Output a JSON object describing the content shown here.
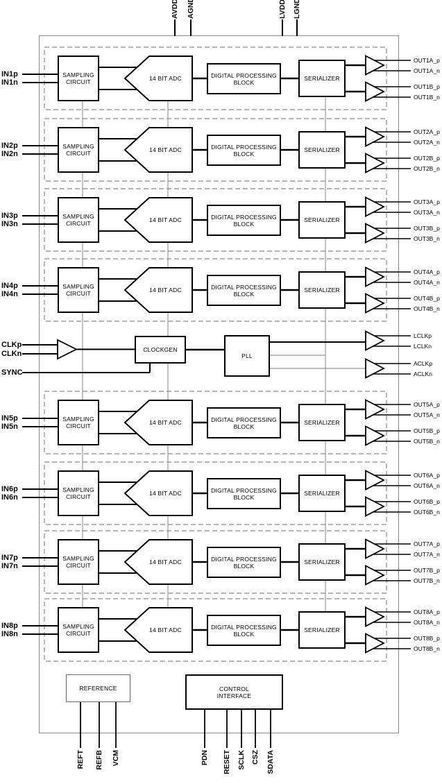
{
  "top_pins": {
    "avdd": "AVDD",
    "agnd": "AGND",
    "lvdd": "LVDD",
    "lgnd": "LGND"
  },
  "channels": [
    {
      "in_p": "IN1p",
      "in_n": "IN1n",
      "sampling": "SAMPLING CIRCUIT",
      "adc": "14 BIT ADC",
      "dpb": "DIGITAL PROCESSING BLOCK",
      "serializer": "SERIALIZER",
      "out_a_p": "OUT1A_p",
      "out_a_n": "OUT1A_n",
      "out_b_p": "OUT1B_p",
      "out_b_n": "OUT1B_n"
    },
    {
      "in_p": "IN2p",
      "in_n": "IN2n",
      "sampling": "SAMPLING CIRCUIT",
      "adc": "14 BIT ADC",
      "dpb": "DIGITAL PROCESSING BLOCK",
      "serializer": "SERIALIZER",
      "out_a_p": "OUT2A_p",
      "out_a_n": "OUT2A_n",
      "out_b_p": "OUT2B_p",
      "out_b_n": "OUT2B_n"
    },
    {
      "in_p": "IN3p",
      "in_n": "IN3n",
      "sampling": "SAMPLING CIRCUIT",
      "adc": "14 BIT ADC",
      "dpb": "DIGITAL PROCESSING BLOCK",
      "serializer": "SERIALIZER",
      "out_a_p": "OUT3A_p",
      "out_a_n": "OUT3A_n",
      "out_b_p": "OUT3B_p",
      "out_b_n": "OUT3B_n"
    },
    {
      "in_p": "IN4p",
      "in_n": "IN4n",
      "sampling": "SAMPLING CIRCUIT",
      "adc": "14 BIT ADC",
      "dpb": "DIGITAL PROCESSING BLOCK",
      "serializer": "SERIALIZER",
      "out_a_p": "OUT4A_p",
      "out_a_n": "OUT4A_n",
      "out_b_p": "OUT4B_p",
      "out_b_n": "OUT4B_n"
    },
    {
      "in_p": "IN5p",
      "in_n": "IN5n",
      "sampling": "SAMPLING CIRCUIT",
      "adc": "14 BIT ADC",
      "dpb": "DIGITAL PROCESSING BLOCK",
      "serializer": "SERIALIZER",
      "out_a_p": "OUT5A_p",
      "out_a_n": "OUT5A_n",
      "out_b_p": "OUT5B_p",
      "out_b_n": "OUT5B_n"
    },
    {
      "in_p": "IN6p",
      "in_n": "IN6n",
      "sampling": "SAMPLING CIRCUIT",
      "adc": "14 BIT ADC",
      "dpb": "DIGITAL PROCESSING BLOCK",
      "serializer": "SERIALIZER",
      "out_a_p": "OUT6A_p",
      "out_a_n": "OUT6A_n",
      "out_b_p": "OUT6B_p",
      "out_b_n": "OUT6B_n"
    },
    {
      "in_p": "IN7p",
      "in_n": "IN7n",
      "sampling": "SAMPLING CIRCUIT",
      "adc": "14 BIT ADC",
      "dpb": "DIGITAL PROCESSING BLOCK",
      "serializer": "SERIALIZER",
      "out_a_p": "OUT7A_p",
      "out_a_n": "OUT7A_n",
      "out_b_p": "OUT7B_p",
      "out_b_n": "OUT7B_n"
    },
    {
      "in_p": "IN8p",
      "in_n": "IN8n",
      "sampling": "SAMPLING CIRCUIT",
      "adc": "14 BIT ADC",
      "dpb": "DIGITAL PROCESSING BLOCK",
      "serializer": "SERIALIZER",
      "out_a_p": "OUT8A_p",
      "out_a_n": "OUT8A_n",
      "out_b_p": "OUT8B_p",
      "out_b_n": "OUT8B_n"
    }
  ],
  "clock": {
    "clk_p": "CLKp",
    "clk_n": "CLKn",
    "sync": "SYNC",
    "clockgen": "CLOCKGEN",
    "pll": "PLL",
    "lclk_p": "LCLKp",
    "lclk_n": "LCLKn",
    "aclk_p": "ACLKp",
    "aclk_n": "ACLKn"
  },
  "reference": {
    "label": "REFERENCE",
    "pins": [
      "REFT",
      "REFB",
      "VCM"
    ]
  },
  "control": {
    "label": "CONTROL INTERFACE",
    "pins": [
      "PDN",
      "RESET",
      "SCLK",
      "CSZ",
      "SDATA"
    ]
  },
  "colors": {
    "line": "#000000",
    "bus": "#999999",
    "frame": "#8a8a8a"
  }
}
